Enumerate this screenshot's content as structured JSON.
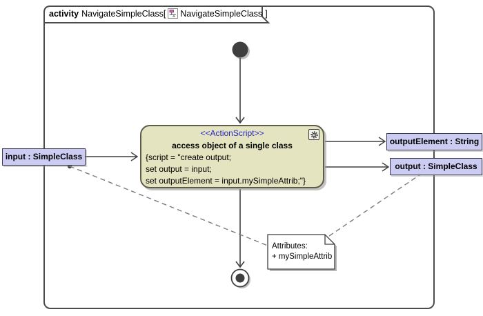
{
  "frame": {
    "keyword": "activity",
    "title": "NavigateSimpleClass[",
    "diagram_name": "NavigateSimpleClass",
    "title_close": "]"
  },
  "action": {
    "stereotype": "<<ActionScript>>",
    "name": "access object of a single class",
    "script_lines": [
      "{script = \"create output;",
      "set output = input;",
      "set outputElement = input.mySimpleAttrib;\"}"
    ]
  },
  "objects": {
    "input": {
      "label": "input : SimpleClass"
    },
    "output_element": {
      "label": "outputElement : String"
    },
    "output": {
      "label": "output : SimpleClass"
    }
  },
  "note": {
    "lines": [
      "Attributes:",
      "+ mySimpleAttrib"
    ]
  },
  "colors": {
    "action_fill": "#e4e4c0",
    "action_border": "#5c5c49",
    "object_fill": "#ccccf2",
    "stereotype_text": "#2828c8",
    "frame_border": "#4b4b4b",
    "flow_line": "#3f3f3f",
    "anchor_dashed_line": "#7a7a7a",
    "note_fill": "#ffffff"
  }
}
